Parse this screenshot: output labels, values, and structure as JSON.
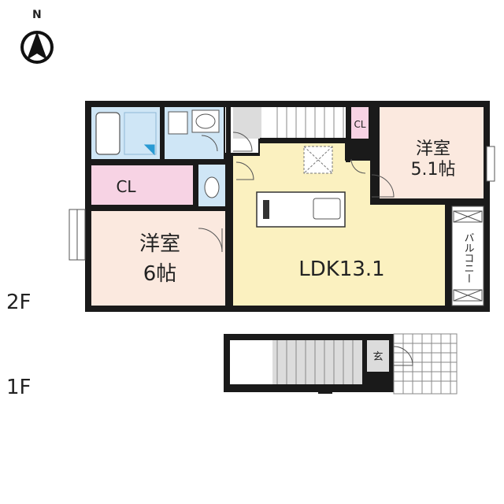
{
  "compass": {
    "label": "N"
  },
  "floors": {
    "upper": "2F",
    "lower": "1F"
  },
  "rooms": {
    "ldk": {
      "label": "LDK13.1",
      "color": "#fbf1c0"
    },
    "western_small": {
      "name": "洋室",
      "size": "5.1帖",
      "color": "#fbe9df"
    },
    "western_large": {
      "name": "洋室",
      "size": "6帖",
      "color": "#fbe9df"
    },
    "closet_main": {
      "label": "CL",
      "color": "#f7d3e4"
    },
    "closet_small": {
      "label": "CL",
      "color": "#f7d3e4"
    },
    "balcony": {
      "label": "バルコニー"
    },
    "entrance": {
      "label": "玄"
    }
  },
  "colors": {
    "wet_area": "#cfe6f6",
    "stair": "#dcdcdc",
    "wall": "#1a1a1a"
  }
}
